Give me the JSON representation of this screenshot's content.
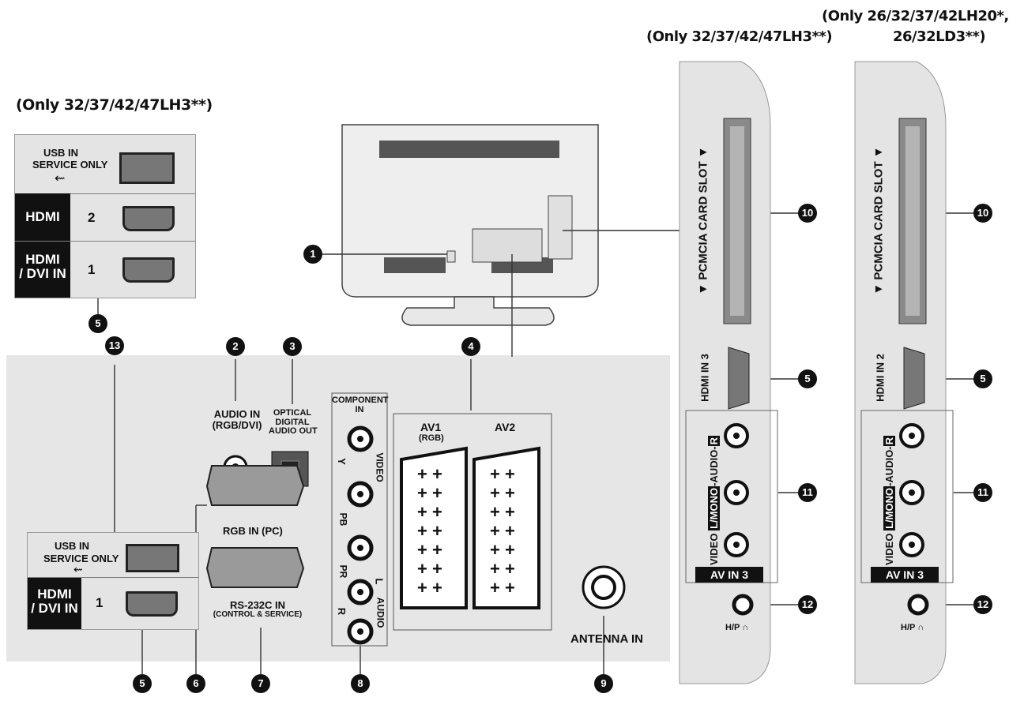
{
  "top_panel": {
    "caption": "(Only 32/37/42/47LH3**)",
    "usb_label_line1": "USB IN",
    "usb_label_line2": "SERVICE ONLY",
    "hdmi2_label": "HDMI",
    "hdmi2_num": "2",
    "hdmi1_label_line1": "HDMI",
    "hdmi1_label_line2": "/ DVI IN",
    "hdmi1_num": "1"
  },
  "bottom_panel": {
    "usb_label_line1": "USB IN",
    "usb_label_line2": "SERVICE ONLY",
    "hdmi_label_line1": "HDMI",
    "hdmi_label_line2": "/ DVI IN",
    "hdmi_num": "1"
  },
  "rear": {
    "audio_in_line1": "AUDIO IN",
    "audio_in_line2": "(RGB/DVI)",
    "optical_line1": "OPTICAL",
    "optical_line2": "DIGITAL",
    "optical_line3": "AUDIO OUT",
    "component_line1": "COMPONENT",
    "component_line2": "IN",
    "y": "Y",
    "pb": "PB",
    "pr": "PR",
    "l": "L",
    "r": "R",
    "video": "VIDEO",
    "audio": "AUDIO",
    "rgb_in": "RGB IN (PC)",
    "rs232_line1": "RS-232C IN",
    "rs232_line2": "(CONTROL & SERVICE)",
    "av1": "AV1",
    "av1_sub": "(RGB)",
    "av2": "AV2",
    "antenna": "ANTENNA IN"
  },
  "side_left": {
    "caption": "(Only 32/37/42/47LH3**)",
    "pcmcia": "▼ PCMCIA CARD SLOT ▼",
    "hdmi": "HDMI IN 3",
    "video_label": "VIDEO",
    "lmono": "L/MONO",
    "audio": "-AUDIO-",
    "r": "R",
    "av_in": "AV IN 3",
    "hp": "H/P ∩"
  },
  "side_right": {
    "caption_line1": "(Only 26/32/37/42LH20*,",
    "caption_line2": "26/32LD3**)",
    "pcmcia": "▼ PCMCIA CARD SLOT ▼",
    "hdmi": "HDMI IN 2",
    "video_label": "VIDEO",
    "lmono": "L/MONO",
    "audio": "-AUDIO-",
    "r": "R",
    "av_in": "AV IN 3",
    "hp": "H/P ∩"
  },
  "callouts": {
    "n1": "1",
    "n2": "2",
    "n3": "3",
    "n4": "4",
    "n5a": "5",
    "n5b": "5",
    "n5c": "5",
    "n5d": "5",
    "n6": "6",
    "n7": "7",
    "n8": "8",
    "n9": "9",
    "n10a": "10",
    "n10b": "10",
    "n11a": "11",
    "n11b": "11",
    "n12a": "12",
    "n12b": "12",
    "n13": "13"
  }
}
